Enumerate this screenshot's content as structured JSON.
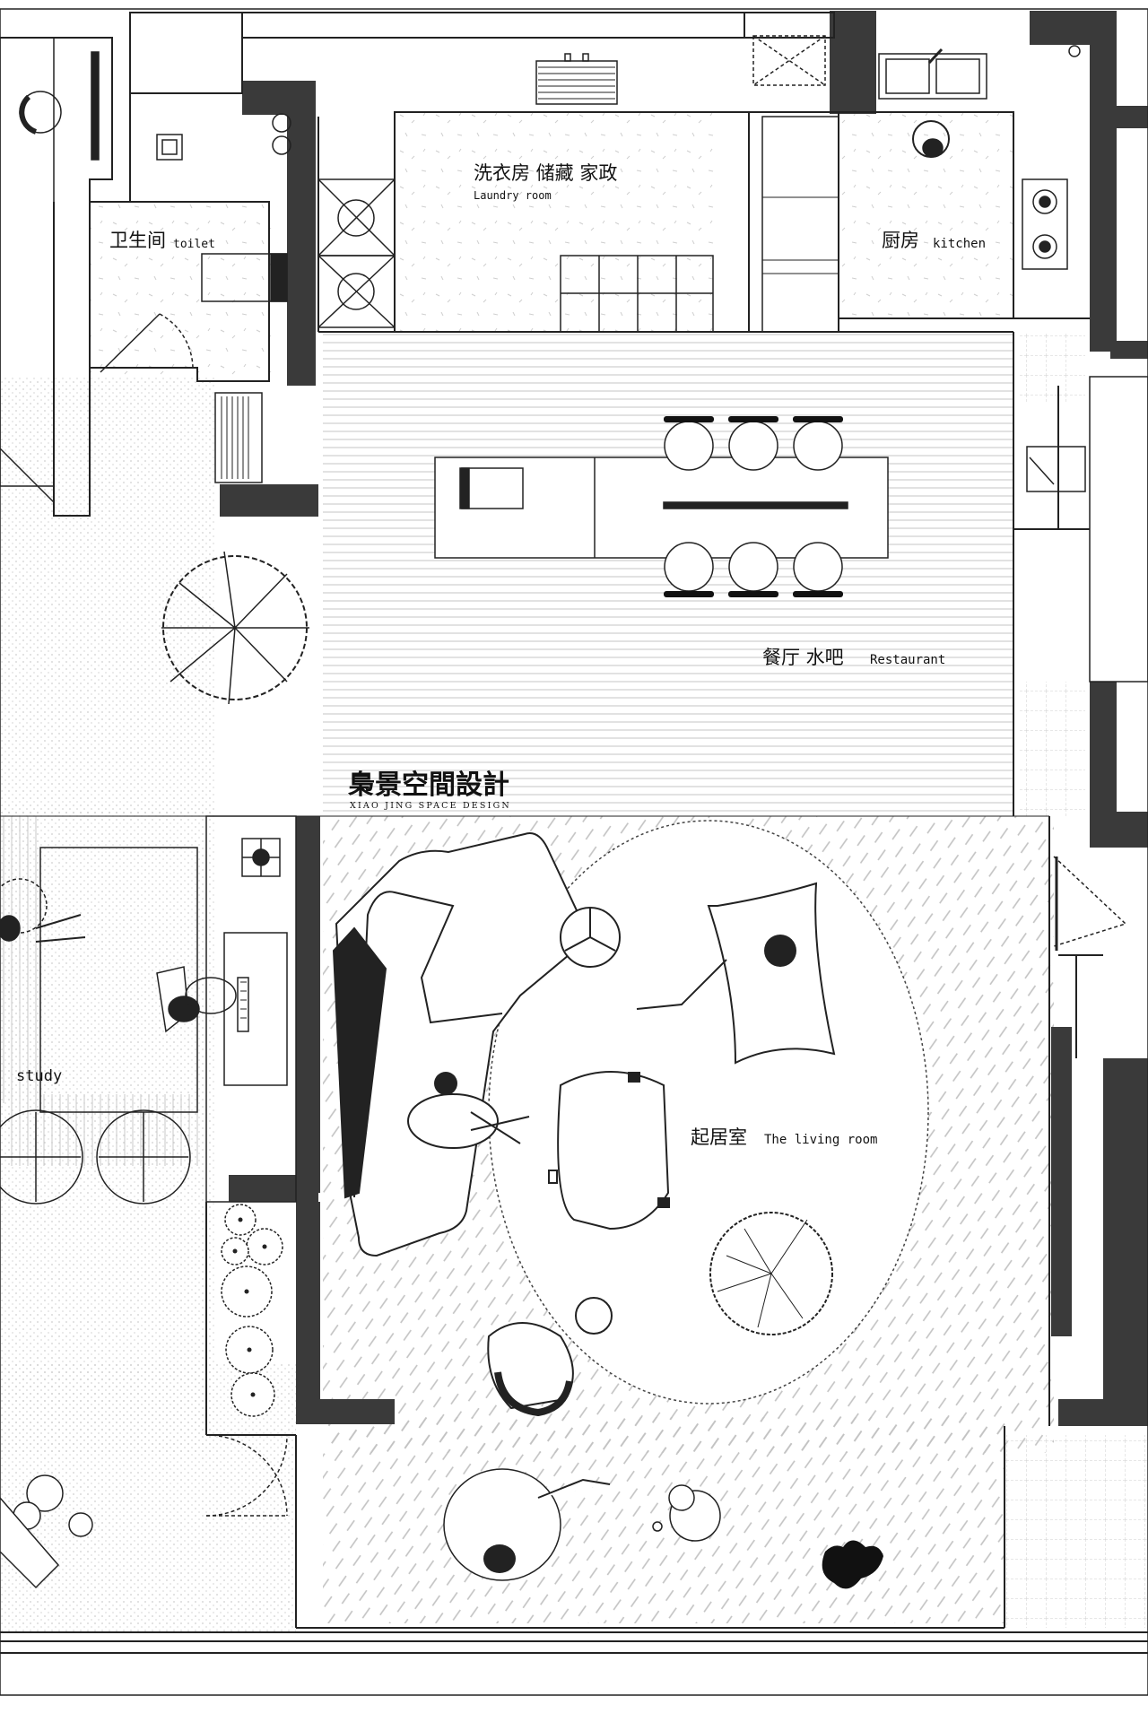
{
  "rooms": {
    "laundry": {
      "cn": "洗衣房 储藏 家政",
      "en": "Laundry room"
    },
    "toilet": {
      "cn": "卫生间",
      "en": "toilet"
    },
    "kitchen": {
      "cn": "厨房",
      "en": "kitchen"
    },
    "dining": {
      "cn": "餐厅 水吧",
      "en": "Restaurant"
    },
    "study": {
      "en": "study"
    },
    "living": {
      "cn": "起居室",
      "en": "The living room"
    }
  },
  "brand": {
    "cn": "梟景空間設計",
    "en": "XIAO JING SPACE DESIGN"
  },
  "colors": {
    "wall": "#3a3a3a",
    "line": "#222222",
    "hatch": "#b8b8b8",
    "floor_dot": "#d6d6d6"
  }
}
